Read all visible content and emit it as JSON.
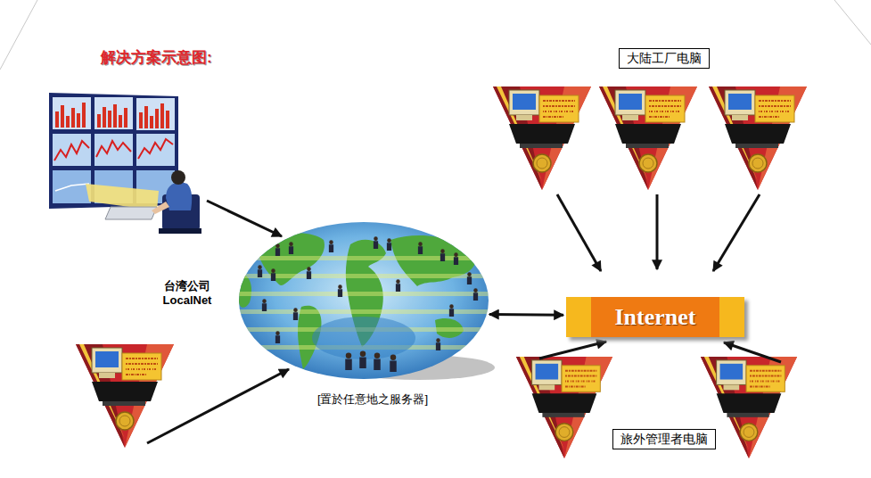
{
  "diagram": {
    "title": "解决方案示意图:",
    "nodes": [
      {
        "text": [
          "台湾公司 LocalNet",
          "[置於任意地之服务器]"
        ]
      },
      {
        "text": [
          "Internet"
        ]
      },
      {
        "text": [
          "大陆工厂电脑"
        ]
      },
      {
        "text": [
          "旅外管理者电脑"
        ]
      }
    ],
    "edges": [
      {
        "from": 0,
        "to": 1,
        "arrow": "both"
      }
    ]
  }
}
